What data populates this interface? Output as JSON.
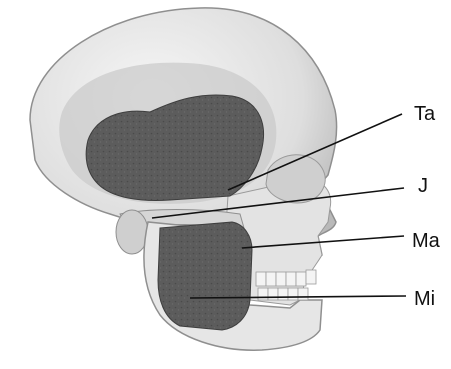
{
  "figure": {
    "labels": {
      "ta": "Ta",
      "j": "J",
      "ma": "Ma",
      "mi": "Mi"
    },
    "colors": {
      "background": "#ffffff",
      "bone": "#e9e9e9",
      "bone_shadow": "#bdbdbd",
      "muscle_region": "#5a5a5a",
      "leader_line": "#111111"
    }
  }
}
